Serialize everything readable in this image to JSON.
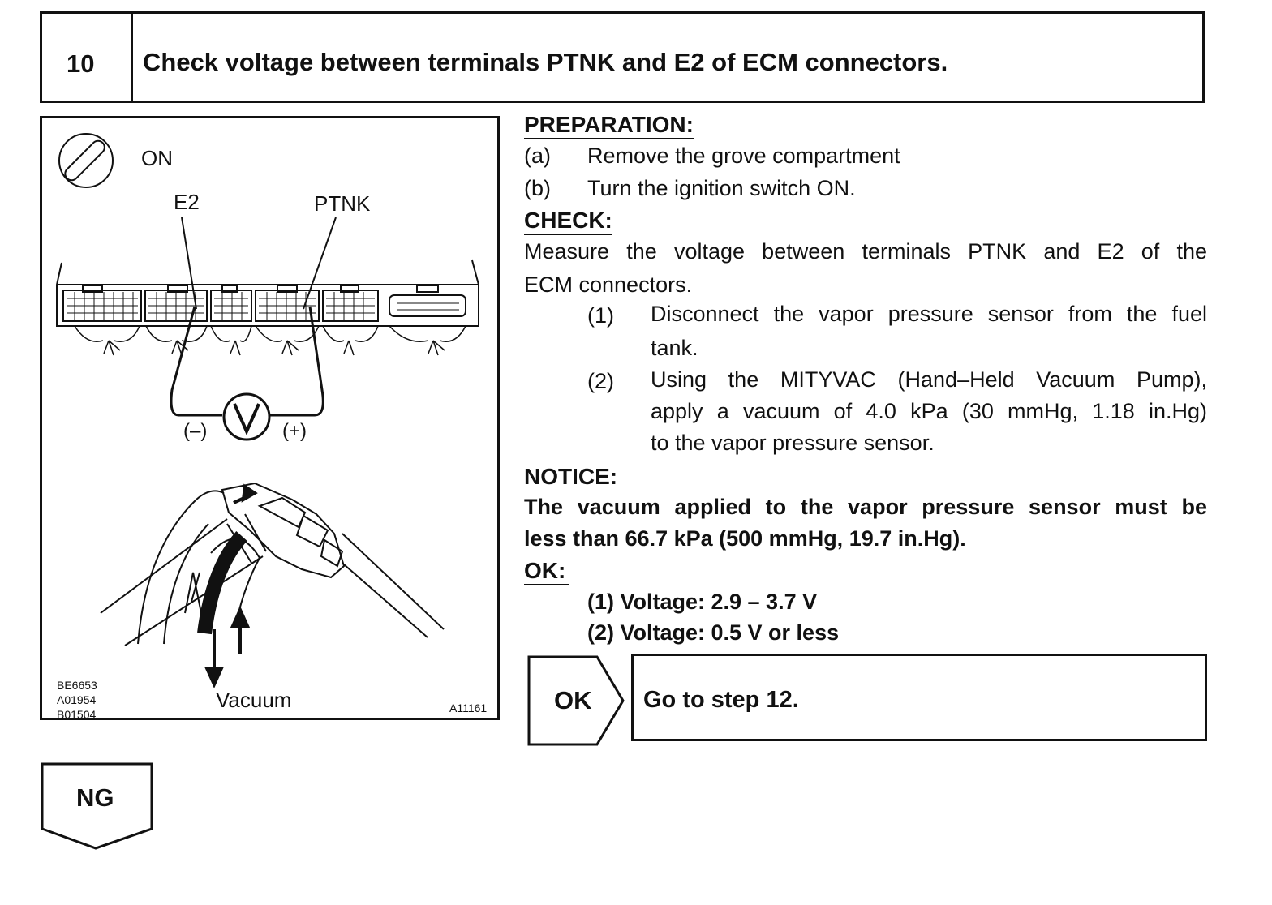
{
  "step": {
    "number": "10",
    "title": "Check voltage between terminals PTNK and E2 of ECM connectors."
  },
  "figure": {
    "ignition": "ON",
    "terminal_e2": "E2",
    "terminal_ptnk": "PTNK",
    "meter_symbol": "V",
    "probe_negative": "(–)",
    "probe_positive": "(+)",
    "vacuum_label": "Vacuum",
    "ref_codes": [
      "BE6653",
      "A01954",
      "B01504"
    ],
    "figure_id": "A11161"
  },
  "preparation": {
    "heading": "PREPARATION:",
    "items": [
      {
        "marker": "(a)",
        "text": "Remove the grove compartment"
      },
      {
        "marker": "(b)",
        "text": "Turn the ignition switch ON."
      }
    ]
  },
  "check": {
    "heading": "CHECK:",
    "intro_line1": "Measure the voltage between terminals PTNK and E2 of the",
    "intro_line2": "ECM connectors.",
    "steps": [
      {
        "marker": "(1)",
        "line1": "Disconnect the vapor pressure sensor from the fuel",
        "line2": "tank."
      },
      {
        "marker": "(2)",
        "line1": "Using the MITYVAC (Hand–Held Vacuum Pump),",
        "line2": "apply a vacuum of 4.0 kPa (30 mmHg, 1.18 in.Hg)",
        "line3": "to the vapor pressure sensor."
      }
    ]
  },
  "notice": {
    "heading": "NOTICE:",
    "line1": "The vacuum applied to the vapor pressure sensor must be",
    "line2": "less than 66.7 kPa (500 mmHg, 19.7 in.Hg)."
  },
  "ok_spec": {
    "heading": "OK:",
    "line1": "(1) Voltage: 2.9 – 3.7 V",
    "line2": "(2) Voltage: 0.5 V or less"
  },
  "result_ok": {
    "label": "OK",
    "action": "Go to step 12."
  },
  "result_ng": {
    "label": "NG"
  }
}
